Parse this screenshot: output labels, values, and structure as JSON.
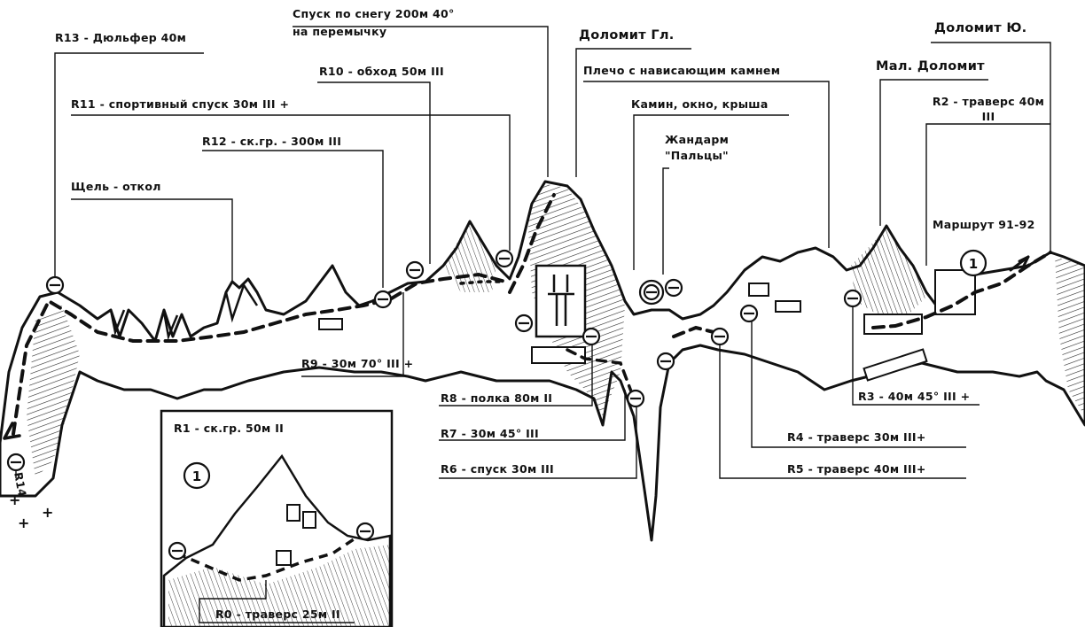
{
  "peaks": {
    "dolomit_main": "Доломит Гл.",
    "dolomit_south": "Доломит Ю.",
    "dolomit_small": "Мал. Доломит"
  },
  "route_labels": {
    "r13": "R13 - Дюльфер 40м",
    "descent_snow_1": "Спуск по снегу 200м 40°",
    "descent_snow_2": "на перемычку",
    "r10": "R10 - обход 50м III",
    "r11": "R11 - спортивный спуск 30м III +",
    "r12": "R12 - ск.гр. - 300м III",
    "crack": "Щель - откол",
    "shoulder": "Плечо с нависающим камнем",
    "chimney": "Камин, окно, крыша",
    "gendarme_1": "Жандарм",
    "gendarme_2": "\"Пальцы\"",
    "r2_1": "R2 - траверс 40м",
    "r2_2": "III",
    "route_num": "Маршрут 91-92",
    "r9": "R9 - 30м 70° III +",
    "r8": "R8 - полка 80м II",
    "r7": "R7 - 30м 45° III",
    "r6": "R6 - спуск 30м III",
    "r3": "R3 - 40м 45° III +",
    "r4": "R4 - траверс 30м III+",
    "r5": "R5 - траверс 40м III+",
    "r14": "R14"
  },
  "inset": {
    "r1": "R1 - ск.гр. 50м II",
    "r0": "R0 - траверс 25м II",
    "start_marker": "1"
  },
  "start_marker": "1"
}
